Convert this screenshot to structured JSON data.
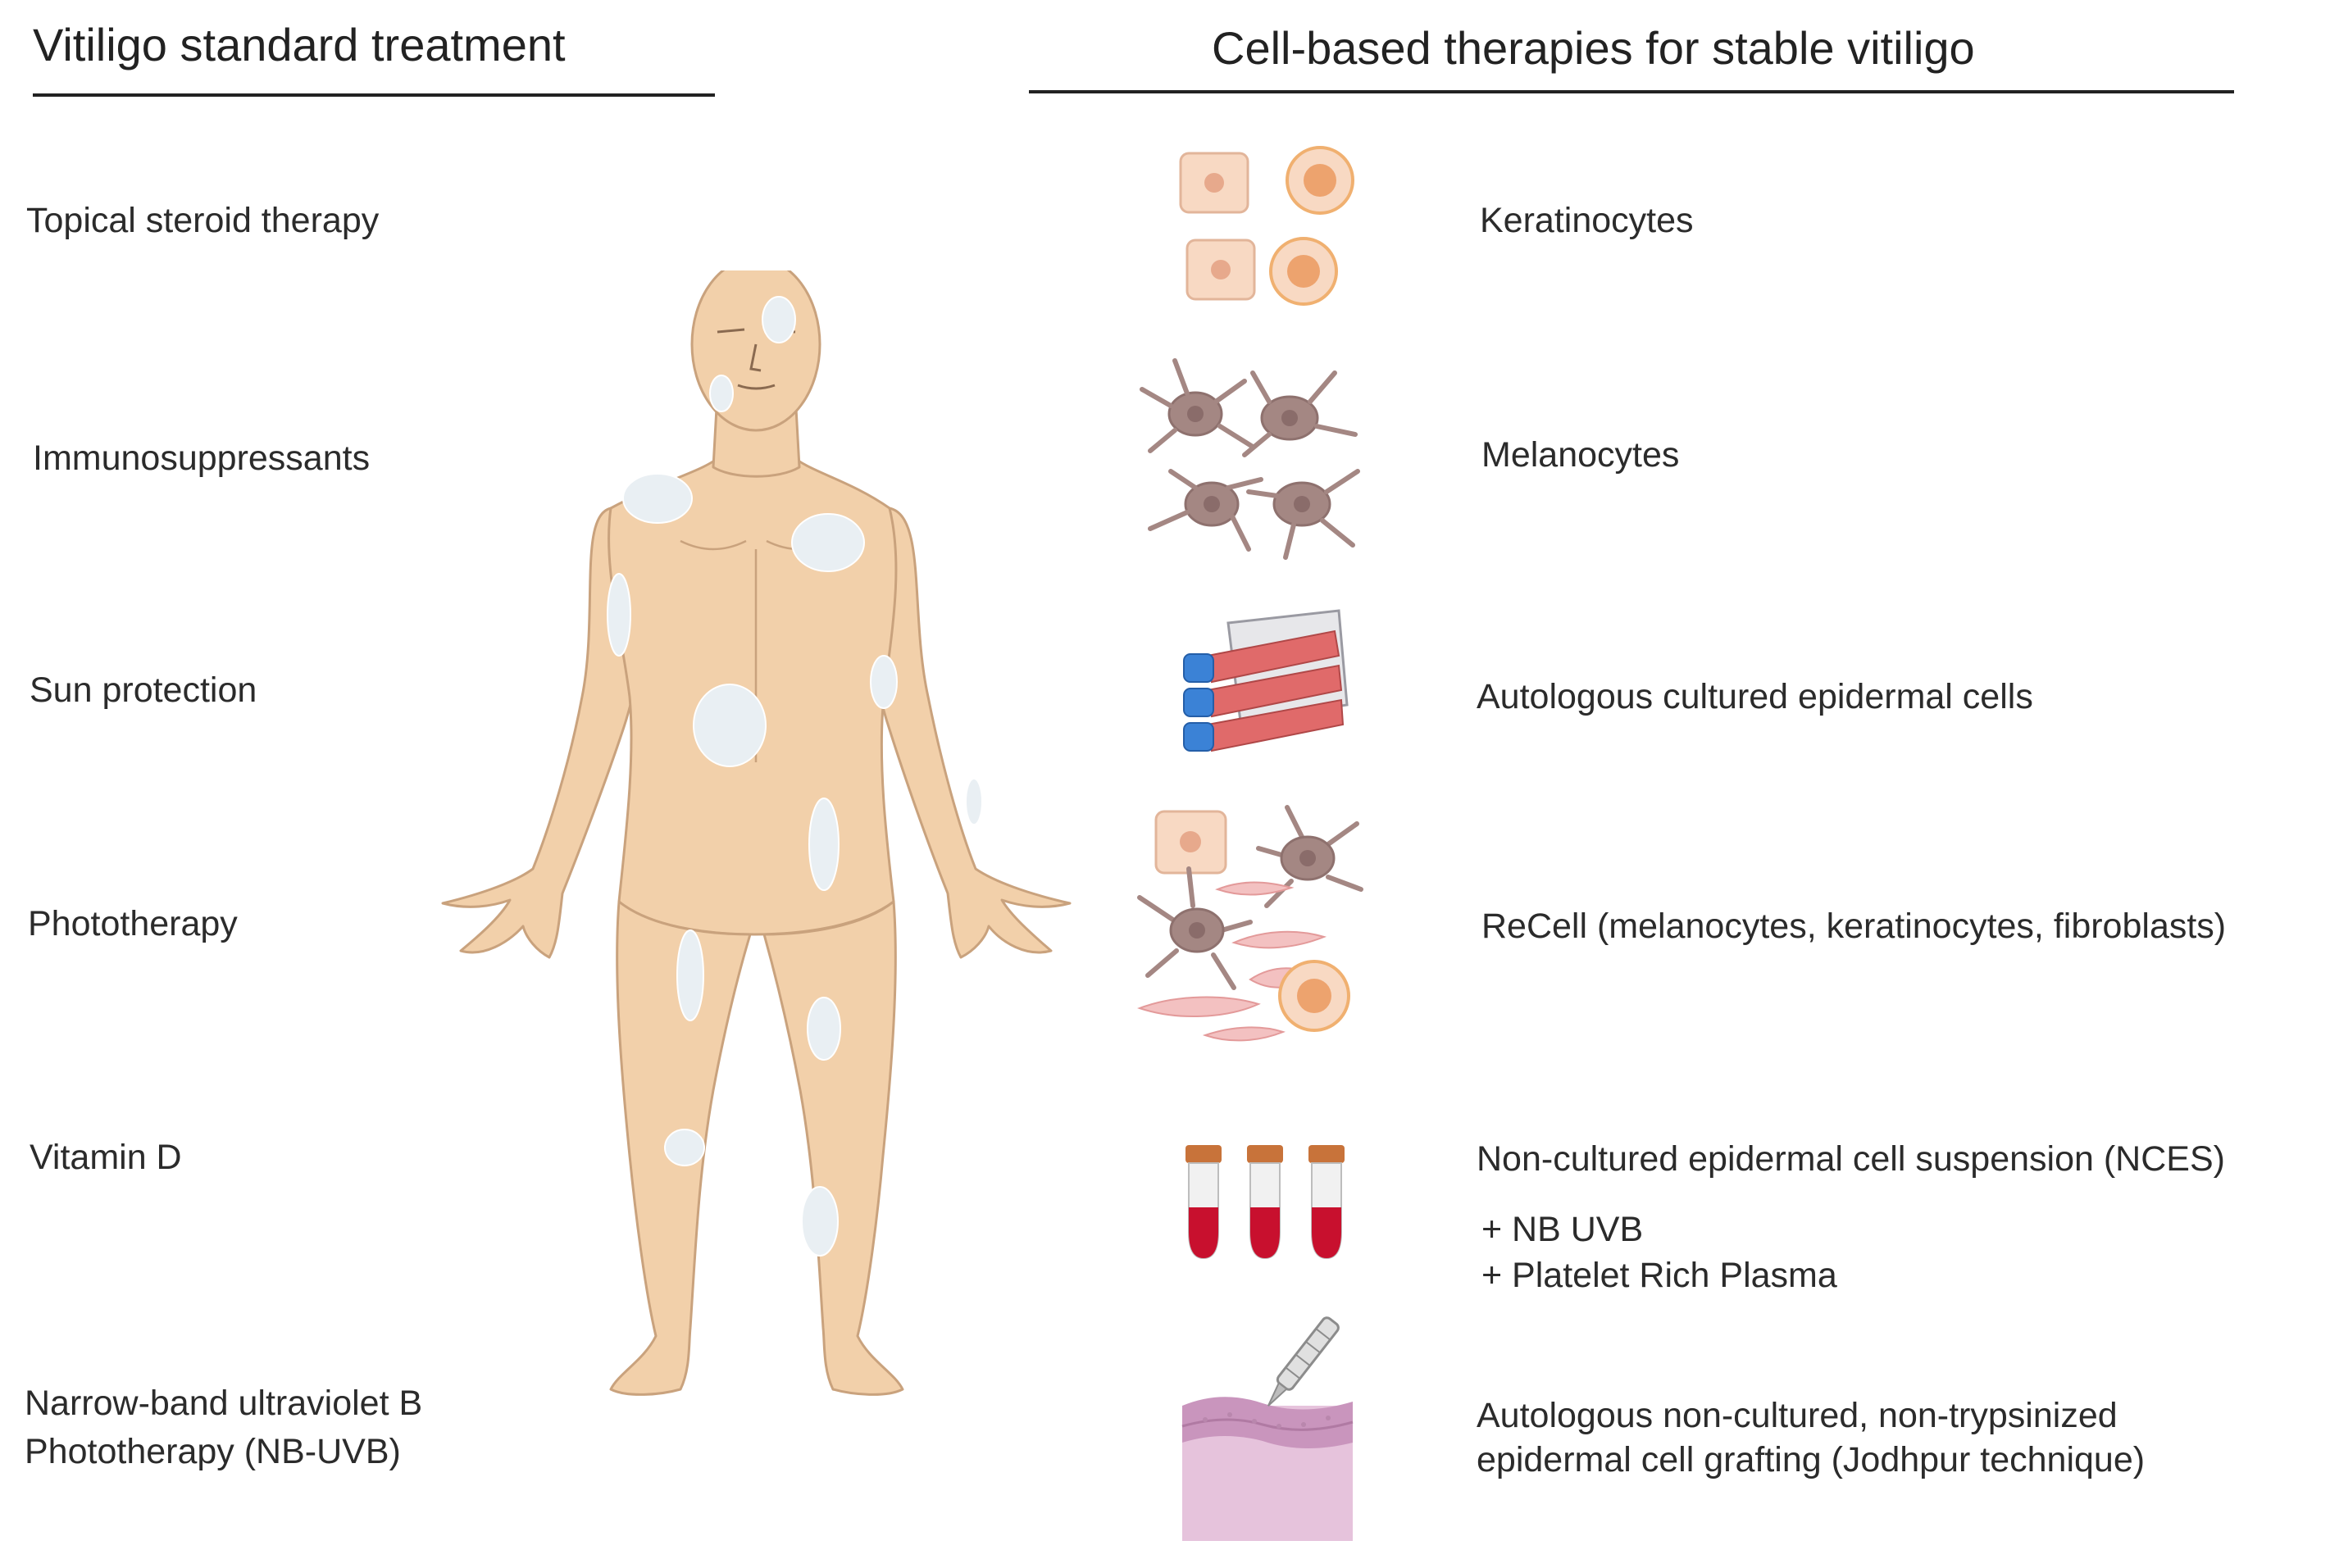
{
  "left": {
    "heading": "Vitiligo standard treatment",
    "items": [
      "Topical steroid therapy",
      "Immunosuppressants",
      "Sun protection",
      "Phototherapy",
      "Vitamin D",
      "Narrow-band ultraviolet B",
      "Phototherapy (NB-UVB)"
    ]
  },
  "right": {
    "heading": "Cell-based therapies for stable vitiligo",
    "items": [
      "Keratinocytes",
      "Melanocytes",
      "Autologous cultured epidermal cells",
      "ReCell (melanocytes, keratinocytes, fibroblasts)",
      "Non-cultured epidermal cell suspension (NCES)",
      "+ NB UVB",
      "+ Platelet Rich Plasma",
      "Autologous non-cultured, non-trypsinized",
      "epidermal cell grafting (Jodhpur technique)"
    ]
  },
  "colors": {
    "skin": "#f2d0aa",
    "skin_outline": "#c9a27d",
    "depigmented_patch": "#e9eff3",
    "keratinocyte": "#f8d9c3",
    "melanocyte": "#a48783",
    "fibroblast": "#f3c1c1",
    "blood": "#c8102e",
    "tube_cap": "#c8733a",
    "flask_media": "#e06a6a",
    "flask_cap": "#3b82d6",
    "tissue": "#e6c3dc"
  }
}
